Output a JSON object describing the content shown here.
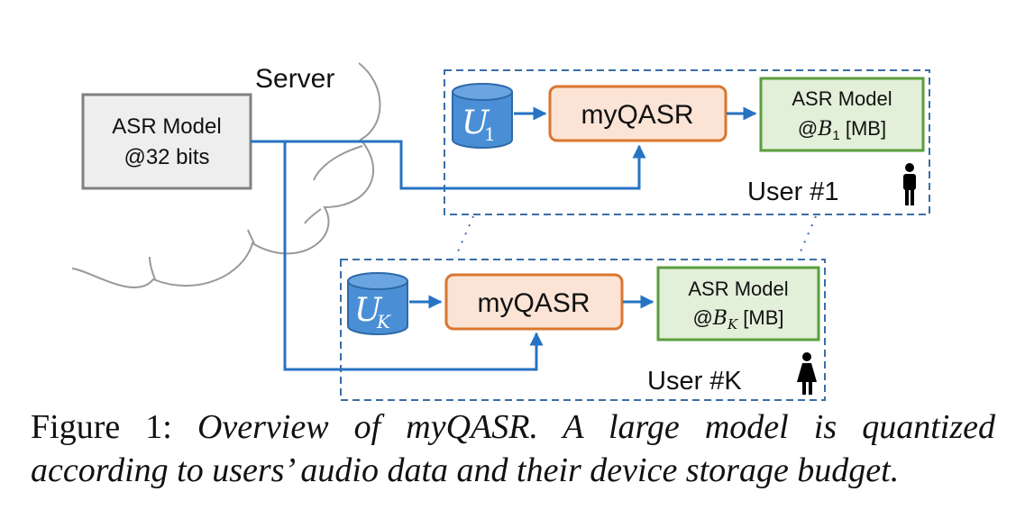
{
  "server": {
    "label": "Server",
    "model_line1": "ASR Model",
    "model_line2": "@32 bits"
  },
  "users": [
    {
      "label": "User #1",
      "data_symbol": "U",
      "data_sub": "1",
      "quantizer_label": "myQASR",
      "model_line1": "ASR Model",
      "model_budget_prefix": "@",
      "model_budget_symbol": "B",
      "model_budget_sub": "1",
      "model_budget_unit": " [MB]",
      "person_icon": "male-person-icon"
    },
    {
      "label": "User #K",
      "data_symbol": "U",
      "data_sub": "K",
      "quantizer_label": "myQASR",
      "model_line1": "ASR Model",
      "model_budget_prefix": "@",
      "model_budget_symbol": "B",
      "model_budget_sub": "K",
      "model_budget_unit": " [MB]",
      "person_icon": "female-person-icon"
    }
  ],
  "caption": {
    "prefix": "Figure 1:",
    "line1_text": "Overview of myQASR. A large model is quantized",
    "line2_text": "according to users’ audio data and their device storage budget."
  },
  "colors": {
    "arrow": "#2673c3",
    "user_box_dash": "#3b6ea5",
    "database_fill": "#4a8fd6",
    "quantizer_fill": "#fbe4d5",
    "quantizer_border": "#d9762f",
    "model_fill": "#e2efd9",
    "model_border": "#5a9e3c",
    "server_fill": "#eeeeee",
    "server_border": "#808080",
    "cloud": "#999999"
  }
}
